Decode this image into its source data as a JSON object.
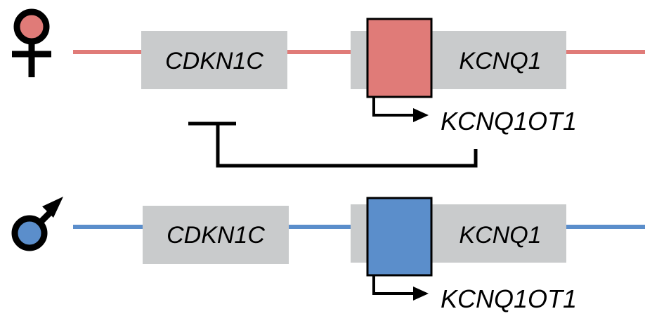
{
  "colors": {
    "maternal": "#e07b78",
    "paternal": "#5b8ecb",
    "gene_box": "#c9cbcc",
    "ink": "#000000"
  },
  "maternal": {
    "symbol": "female-symbol-icon",
    "gene_left": "CDKN1C",
    "gene_right": "KCNQ1",
    "transcript": "KCNQ1OT1"
  },
  "paternal": {
    "symbol": "male-symbol-icon",
    "gene_left": "CDKN1C",
    "gene_right": "KCNQ1",
    "transcript": "KCNQ1OT1"
  },
  "repression": {
    "shape": "t-bar-inhibition",
    "target": "CDKN1C",
    "source": "KCNQ1OT1"
  }
}
